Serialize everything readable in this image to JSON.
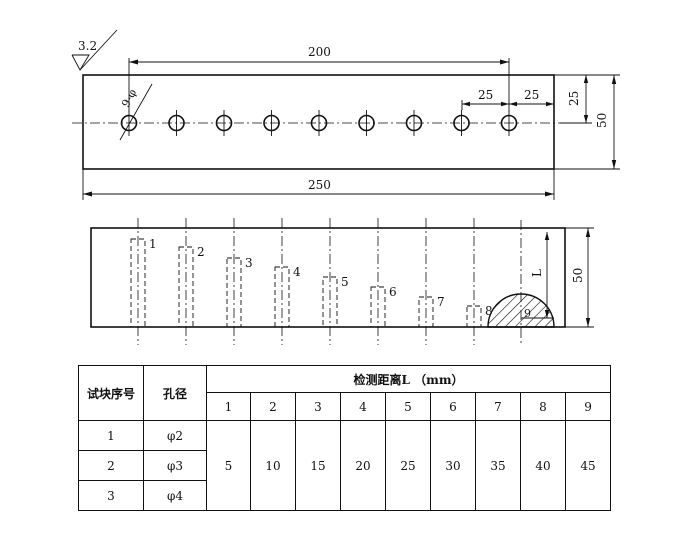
{
  "top_view": {
    "roughness": "3.2",
    "hole_callout": "9-φ",
    "dims": {
      "overall_length": "250",
      "hole_span": "200",
      "pitch_a": "25",
      "pitch_b": "25",
      "edge_to_hole": "25",
      "height": "50"
    }
  },
  "side_view": {
    "hole_labels": [
      "1",
      "2",
      "3",
      "4",
      "5",
      "6",
      "7",
      "8",
      "9"
    ],
    "dim_L": "L",
    "dim_height": "50"
  },
  "table": {
    "col_block": "试块序号",
    "col_diameter": "孔径",
    "col_distance": "检测距离L （mm）",
    "positions": [
      "1",
      "2",
      "3",
      "4",
      "5",
      "6",
      "7",
      "8",
      "9"
    ],
    "rows": [
      {
        "block": "1",
        "diameter": "φ2"
      },
      {
        "block": "2",
        "diameter": "φ3"
      },
      {
        "block": "3",
        "diameter": "φ4"
      }
    ],
    "distances": [
      "5",
      "10",
      "15",
      "20",
      "25",
      "30",
      "35",
      "40",
      "45"
    ]
  }
}
